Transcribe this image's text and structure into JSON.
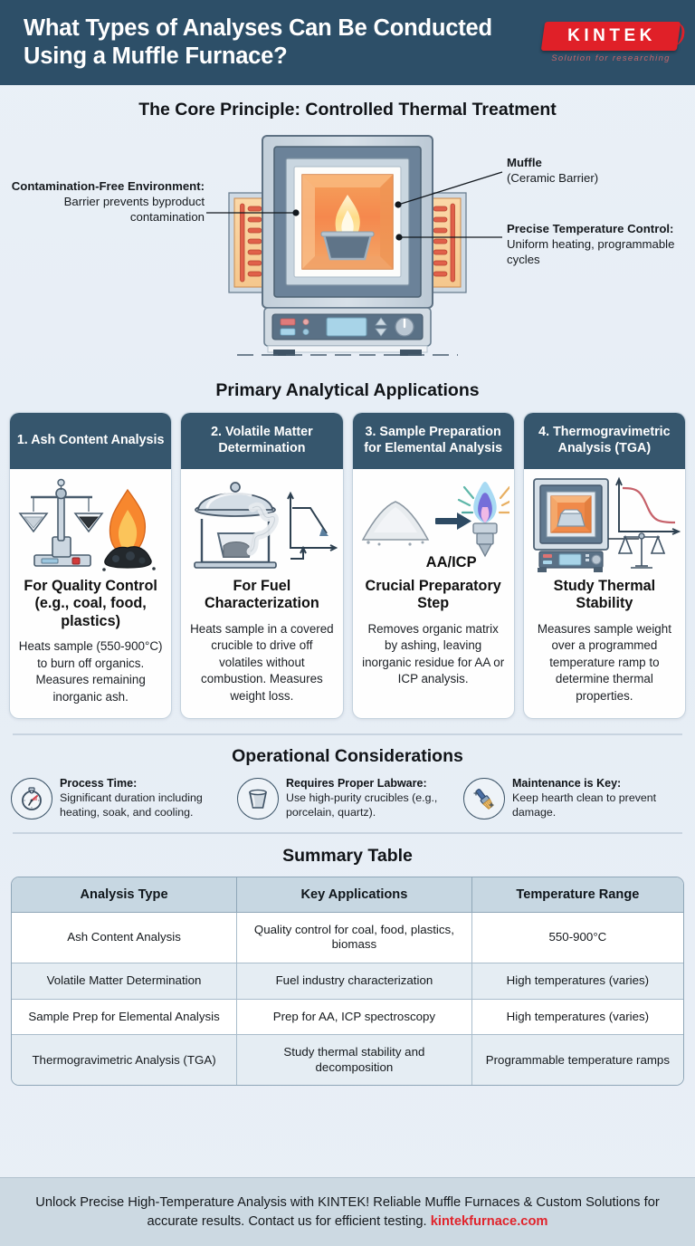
{
  "header": {
    "title": "What Types of Analyses Can Be Conducted Using a Muffle Furnace?",
    "logo_text": "KINTEK",
    "logo_tagline": "Solution for researching",
    "bg_color": "#2d4f68",
    "logo_color": "#e02028"
  },
  "core": {
    "title": "The Core Principle: Controlled Thermal Treatment",
    "callouts": [
      {
        "id": "contamination-free",
        "title": "Contamination-Free Environment:",
        "body": "Barrier prevents byproduct contamination"
      },
      {
        "id": "muffle",
        "title": "Muffle",
        "body": "(Ceramic Barrier)"
      },
      {
        "id": "precise-temperature-control",
        "title": "Precise Temperature Control:",
        "body": "Uniform heating, programmable cycles"
      }
    ]
  },
  "applications": {
    "title": "Primary Analytical Applications",
    "cards": [
      {
        "heading": "1. Ash Content Analysis",
        "icon": "balance-scale-and-flame-icon",
        "lead": "For Quality Control (e.g., coal, food, plastics)",
        "body": "Heats sample (550-900°C) to burn off organics. Measures remaining inorganic ash."
      },
      {
        "heading": "2. Volatile Matter Determination",
        "icon": "covered-crucible-with-vapor-icon",
        "lead": "For Fuel Characterization",
        "body": "Heats sample in a covered crucible to drive off volatiles without combustion. Measures weight loss."
      },
      {
        "heading": "3. Sample Preparation for Elemental Analysis",
        "icon": "powder-to-flame-icon",
        "icon_label": "AA/ICP",
        "lead": "Crucial Preparatory Step",
        "body": "Removes organic matrix by ashing, leaving inorganic residue for AA or ICP analysis."
      },
      {
        "heading": "4. Thermogravimetric Analysis (TGA)",
        "icon": "furnace-with-weight-curve-icon",
        "lead": "Study Thermal Stability",
        "body": "Measures sample weight over a programmed temperature ramp to determine thermal properties."
      }
    ]
  },
  "operational": {
    "title": "Operational Considerations",
    "items": [
      {
        "icon": "stopwatch-icon",
        "title": "Process Time:",
        "body": "Significant duration including heating, soak, and cooling."
      },
      {
        "icon": "crucible-icon",
        "title": "Requires Proper Labware:",
        "body": "Use high-purity crucibles (e.g., porcelain, quartz)."
      },
      {
        "icon": "brush-icon",
        "title": "Maintenance is Key:",
        "body": "Keep hearth clean to prevent damage."
      }
    ]
  },
  "summary": {
    "title": "Summary Table",
    "columns": [
      "Analysis Type",
      "Key Applications",
      "Temperature Range"
    ],
    "rows": [
      [
        "Ash Content Analysis",
        "Quality control for coal, food, plastics, biomass",
        "550-900°C"
      ],
      [
        "Volatile Matter Determination",
        "Fuel industry characterization",
        "High temperatures (varies)"
      ],
      [
        "Sample Prep for Elemental Analysis",
        "Prep for AA, ICP spectroscopy",
        "High temperatures (varies)"
      ],
      [
        "Thermogravimetric Analysis (TGA)",
        "Study thermal stability and decomposition",
        "Programmable temperature ramps"
      ]
    ]
  },
  "footer": {
    "text": "Unlock Precise High-Temperature Analysis with KINTEK! Reliable Muffle Furnaces & Custom Solutions for accurate results. Contact us for efficient testing. ",
    "link": "kintekfurnace.com"
  }
}
